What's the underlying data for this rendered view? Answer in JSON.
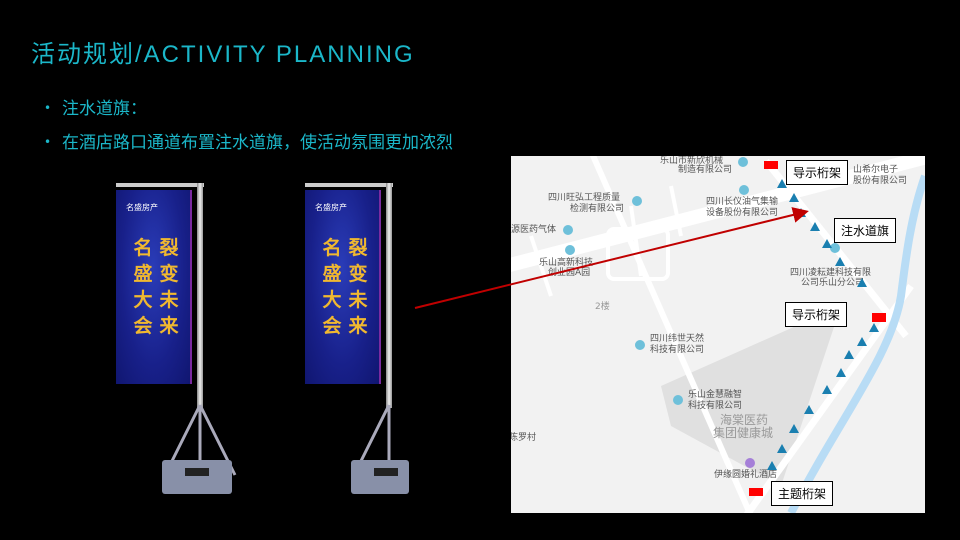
{
  "title": "活动规划/ACTIVITY  PLANNING",
  "bullets": [
    "注水道旗：",
    "在酒店路口通道布置注水道旗，使活动氛围更加浓烈"
  ],
  "flag": {
    "logo": "名盛房产",
    "chars": [
      "名",
      "裂",
      "盛",
      "变",
      "大",
      "未",
      "会",
      "来"
    ]
  },
  "map": {
    "labels": {
      "l1a": "乐山市新欣机械",
      "l1b": "制造有限公司",
      "l2a": "四川旺弘工程质量",
      "l2b": "检测有限公司",
      "l3a": "四川长仪油气集输",
      "l3b": "设备股份有限公司",
      "l4": "源医药气体",
      "l5a": "乐山高新科技",
      "l5b": "创业园A园",
      "l6": "2楼",
      "l7a": "山希尔电子",
      "l7b": "股份有限公司",
      "l8a": "四川凌耘建科技有限",
      "l8b": "公司乐山分公司",
      "l9a": "四川纬世天然",
      "l9b": "科技有限公司",
      "l10a": "乐山金慧融智",
      "l10b": "科技有限公司",
      "l11a": "海棠医药",
      "l11b": "集团健康城",
      "l12": "伊缘圆婚礼酒店",
      "l13": "陈罗村"
    },
    "callouts": [
      "导示桁架",
      "注水道旗",
      "导示桁架",
      "主题桁架"
    ]
  },
  "colors": {
    "accent": "#1bb7c9",
    "arrow": "#c00000",
    "marker": "#1a7fb0",
    "frame": "#ff0000"
  }
}
